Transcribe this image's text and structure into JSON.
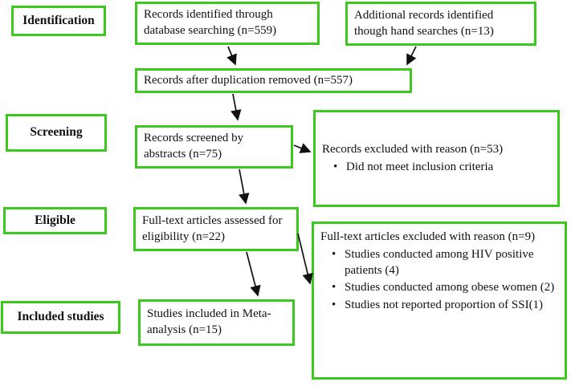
{
  "colors": {
    "box_border": "#3dc81f",
    "arrow": "#111111",
    "text": "#111111",
    "background": "#ffffff"
  },
  "stages": {
    "identification": "Identification",
    "screening": "Screening",
    "eligible": "Eligible",
    "included": "Included studies"
  },
  "boxes": {
    "identified": "Records identified through database searching (n=559)",
    "additional": "Additional records identified though hand searches (n=13)",
    "dedup": "Records after duplication removed (n=557)",
    "screened": "Records screened by abstracts (n=75)",
    "excluded": {
      "title": "Records excluded with reason (n=53)",
      "bullets": [
        "Did not meet inclusion criteria"
      ]
    },
    "assessed": "Full-text articles assessed for eligibility (n=22)",
    "fulltext_excluded": {
      "title": "Full-text articles excluded with reason (n=9)",
      "bullets": [
        "Studies conducted among HIV positive patients (4)",
        "Studies conducted among obese women (2)",
        "Studies not reported proportion of SSI(1)"
      ]
    },
    "meta": "Studies included in Meta-analysis (n=15)"
  },
  "bullet_glyph": "•"
}
